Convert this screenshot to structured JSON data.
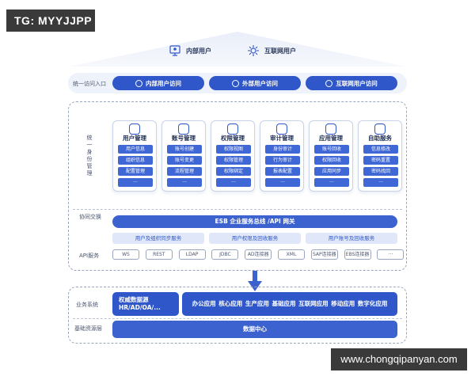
{
  "watermarks": {
    "top_left": "TG: MYYJJPP",
    "bottom_right": "www.chongqipanyan.com"
  },
  "users": [
    {
      "label": "内部用户",
      "icon": "desktop-user-icon"
    },
    {
      "label": "互联网用户",
      "icon": "network-icon"
    }
  ],
  "access": {
    "label": "统一访问入口",
    "entries": [
      {
        "label": "内部用户访问",
        "icon": "user-group-icon"
      },
      {
        "label": "外部用户访问",
        "icon": "user-group-icon"
      },
      {
        "label": "互联网用户访问",
        "icon": "globe-icon"
      }
    ]
  },
  "identity": {
    "label": "统一身份管理",
    "modules": [
      {
        "title": "用户管理",
        "items": [
          "用户信息",
          "组织信息",
          "配置管理",
          "···"
        ]
      },
      {
        "title": "账号管理",
        "items": [
          "账号创建",
          "账号变更",
          "流程管理",
          "···"
        ]
      },
      {
        "title": "权限管理",
        "items": [
          "权限视图",
          "权限管理",
          "权限绑定",
          "···"
        ]
      },
      {
        "title": "审计管理",
        "items": [
          "身份审计",
          "行为审计",
          "报表配置",
          "···"
        ]
      },
      {
        "title": "应用管理",
        "items": [
          "账号回收",
          "权限回收",
          "应用同步",
          "···"
        ]
      },
      {
        "title": "自助服务",
        "items": [
          "信息修改",
          "密码重置",
          "密码找回",
          "···"
        ]
      }
    ]
  },
  "exchange": {
    "label": "协同交换",
    "esb": "ESB 企业服务总线 /API 网关",
    "sync": [
      "用户及组织同步服务",
      "用户权限及回收服务",
      "用户账号及回收服务"
    ]
  },
  "api": {
    "label": "API服务",
    "chips": [
      "WS",
      "REST",
      "LDAP",
      "JDBC",
      "AD连接器",
      "XML",
      "SAP连接器",
      "EBS连接器",
      "···"
    ]
  },
  "business": {
    "label": "业务系统",
    "legacy": {
      "line1": "权威数据源",
      "line2": "HR/AD/OA/..."
    },
    "apps": "办公应用  核心应用  生产应用  基础应用  互联网应用  移动应用  数字化应用"
  },
  "foundation": {
    "label": "基础资源层",
    "datacenter": "数据中心"
  },
  "colors": {
    "primary": "#2f57c9",
    "light": "#dfe7f8",
    "dashed": "#9aa6bf"
  }
}
